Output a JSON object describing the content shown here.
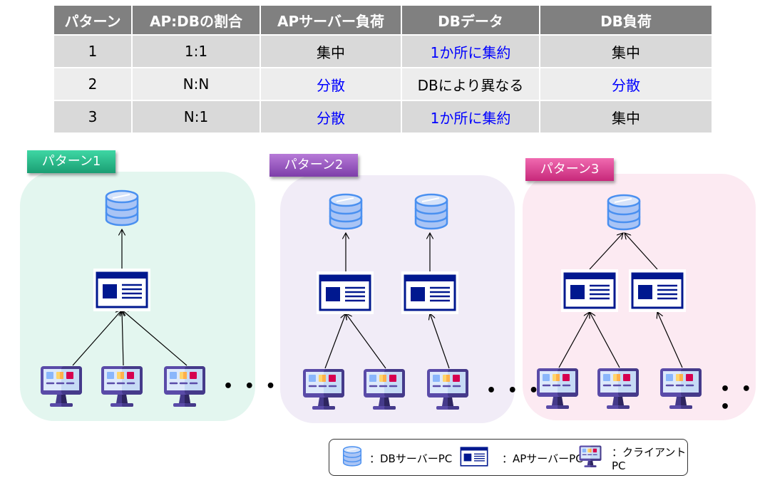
{
  "table": {
    "headers": [
      "パターン",
      "AP:DBの割合",
      "APサーバー負荷",
      "DBデータ",
      "DB負荷"
    ],
    "rows": [
      {
        "cells": [
          "1",
          "1:1",
          "集中",
          "1か所に集約",
          "集中"
        ],
        "highlight": [
          false,
          false,
          false,
          true,
          false
        ]
      },
      {
        "cells": [
          "2",
          "N:N",
          "分散",
          "DBにより異なる",
          "分散"
        ],
        "highlight": [
          false,
          false,
          true,
          false,
          true
        ]
      },
      {
        "cells": [
          "3",
          "N:1",
          "分散",
          "1か所に集約",
          "集中"
        ],
        "highlight": [
          false,
          false,
          true,
          true,
          false
        ]
      }
    ],
    "highlight_color": "#0000ff",
    "header_bg": "#808080"
  },
  "patterns": [
    {
      "label": "パターン1",
      "tag_color": "#1fa97e",
      "panel_color": "#e3f6ef",
      "db_count": 1,
      "ap_count": 1,
      "client_count": 3,
      "ellipsis": "• • •"
    },
    {
      "label": "パターン2",
      "tag_color": "#8e4fb8",
      "panel_color": "#f1ecf7",
      "db_count": 2,
      "ap_count": 2,
      "client_count": 3,
      "ellipsis": "• • •"
    },
    {
      "label": "パターン3",
      "tag_color": "#d9358a",
      "panel_color": "#fceaf2",
      "db_count": 1,
      "ap_count": 2,
      "client_count": 3,
      "ellipsis": "• • •"
    }
  ],
  "legend": {
    "items": [
      {
        "icon": "database-icon",
        "label": "：DBサーバーPC"
      },
      {
        "icon": "ap-server-icon",
        "label": "：APサーバーPC"
      },
      {
        "icon": "client-pc-icon",
        "label": "：クライアントPC"
      }
    ]
  },
  "colors": {
    "db_fill": "#a9c4f5",
    "db_stroke": "#4a90f0",
    "ap_navy": "#00188f",
    "monitor_purple": "#5a4ba8"
  }
}
